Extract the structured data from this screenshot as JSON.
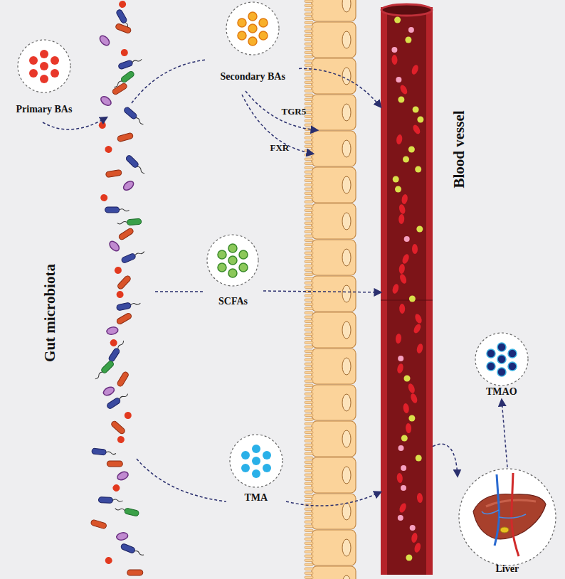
{
  "diagram": {
    "nodes": [
      {
        "text": [
          "Primary BAs"
        ]
      },
      {
        "text": [
          "Secondary BAs"
        ]
      },
      {
        "text": [
          "Blood vessel"
        ]
      },
      {
        "text": [
          "SCFAs"
        ]
      },
      {
        "text": [
          "TMA"
        ]
      },
      {
        "text": [
          "Liver"
        ]
      },
      {
        "text": [
          "TMAO"
        ]
      }
    ],
    "edges": [
      {
        "from": 1,
        "to": 2,
        "arrow": "to"
      },
      {
        "from": 3,
        "to": 2,
        "arrow": "to"
      },
      {
        "from": 4,
        "to": 2,
        "arrow": "to"
      },
      {
        "from": 2,
        "to": 5,
        "arrow": "to"
      },
      {
        "from": 5,
        "to": 6,
        "arrow": "to"
      }
    ],
    "labels": [
      "Gut microbiota",
      "TGR5",
      "FXR"
    ]
  }
}
